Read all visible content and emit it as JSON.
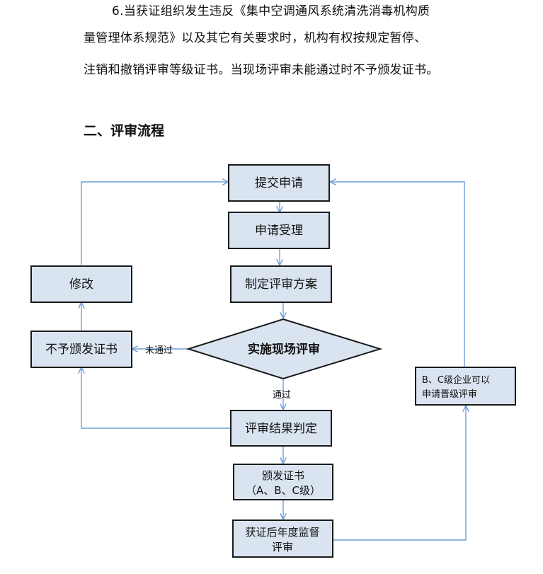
{
  "text": {
    "para_line1": "6.当获证组织发生违反《集中空调通风系统清洗消毒机构质",
    "para_line2": "量管理体系规范》以及其它有关要求时，机构有权按规定暂停、",
    "para_line3": "注销和撤销评审等级证书。当现场评审未能通过时不予颁发证书。",
    "section_heading": "二、评审流程"
  },
  "flowchart": {
    "nodes": {
      "submit": "提交申请",
      "accept": "申请受理",
      "plan": "制定评审方案",
      "onsite": "实施现场评审",
      "judge": "评审结果判定",
      "issue_line1": "颁发证书",
      "issue_line2": "（A、B、C级）",
      "supervise_line1": "获证后年度监督",
      "supervise_line2": "评审",
      "not_issue": "不予颁发证书",
      "modify": "修改",
      "upgrade_line1": "B、C级企业可以",
      "upgrade_line2": "申请晋级评审"
    },
    "edge_labels": {
      "fail": "未通过",
      "pass": "通过"
    }
  },
  "colors": {
    "box_fill": "#dae4f1",
    "box_border": "#1a1a1a",
    "connector": "#6f9fd8"
  }
}
